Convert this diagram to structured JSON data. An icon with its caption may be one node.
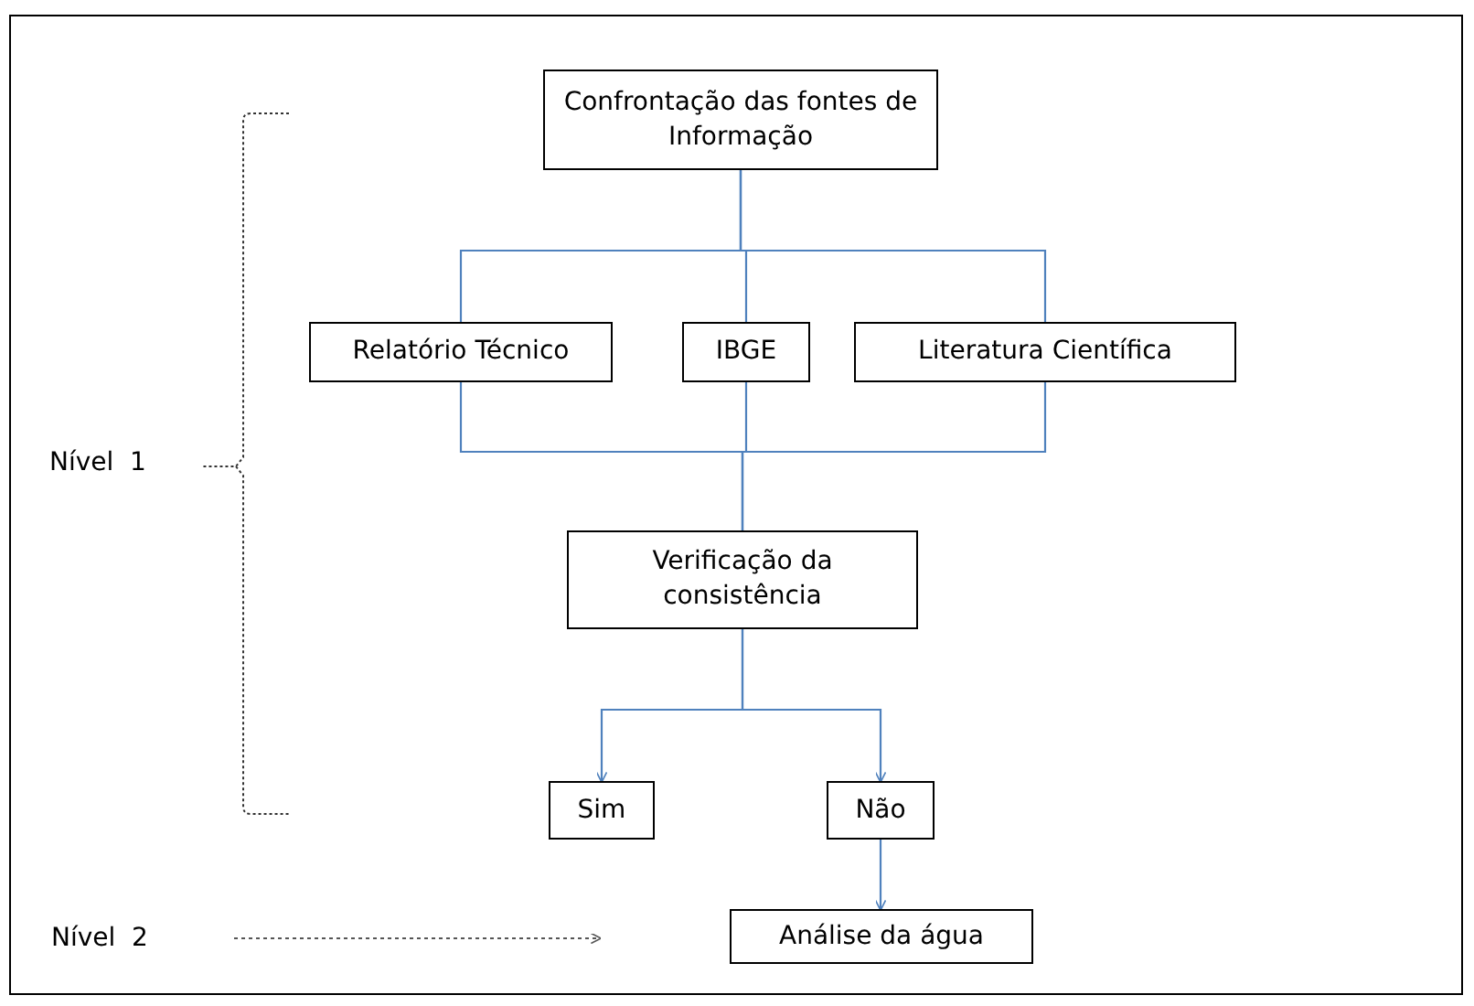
{
  "diagram": {
    "nodes": [
      {
        "text": [
          "Confrontação das fontes de Informação"
        ]
      },
      {
        "text": [
          "Relatório Técnico"
        ]
      },
      {
        "text": [
          "IBGE"
        ]
      },
      {
        "text": [
          "Literatura Científica"
        ]
      },
      {
        "text": [
          "Verificação da consistência"
        ]
      },
      {
        "text": [
          "Sim"
        ]
      },
      {
        "text": [
          "Não"
        ]
      },
      {
        "text": [
          "Análise da água"
        ]
      },
      {
        "text": [
          "Nível  2"
        ]
      }
    ],
    "edges": [
      {
        "from": 0,
        "to": 1,
        "arrow": "none"
      },
      {
        "from": 0,
        "to": 2,
        "arrow": "none"
      },
      {
        "from": 0,
        "to": 3,
        "arrow": "none"
      },
      {
        "from": 1,
        "to": 4,
        "arrow": "none"
      },
      {
        "from": 2,
        "to": 4,
        "arrow": "none"
      },
      {
        "from": 3,
        "to": 4,
        "arrow": "none"
      },
      {
        "from": 4,
        "to": 5,
        "arrow": "to"
      },
      {
        "from": 4,
        "to": 6,
        "arrow": "to"
      },
      {
        "from": 6,
        "to": 7,
        "arrow": "to"
      },
      {
        "from": 8,
        "to": null,
        "arrow": "to",
        "style": "dashed",
        "color": "#555555"
      }
    ],
    "labels": [
      "Nível  1"
    ]
  }
}
